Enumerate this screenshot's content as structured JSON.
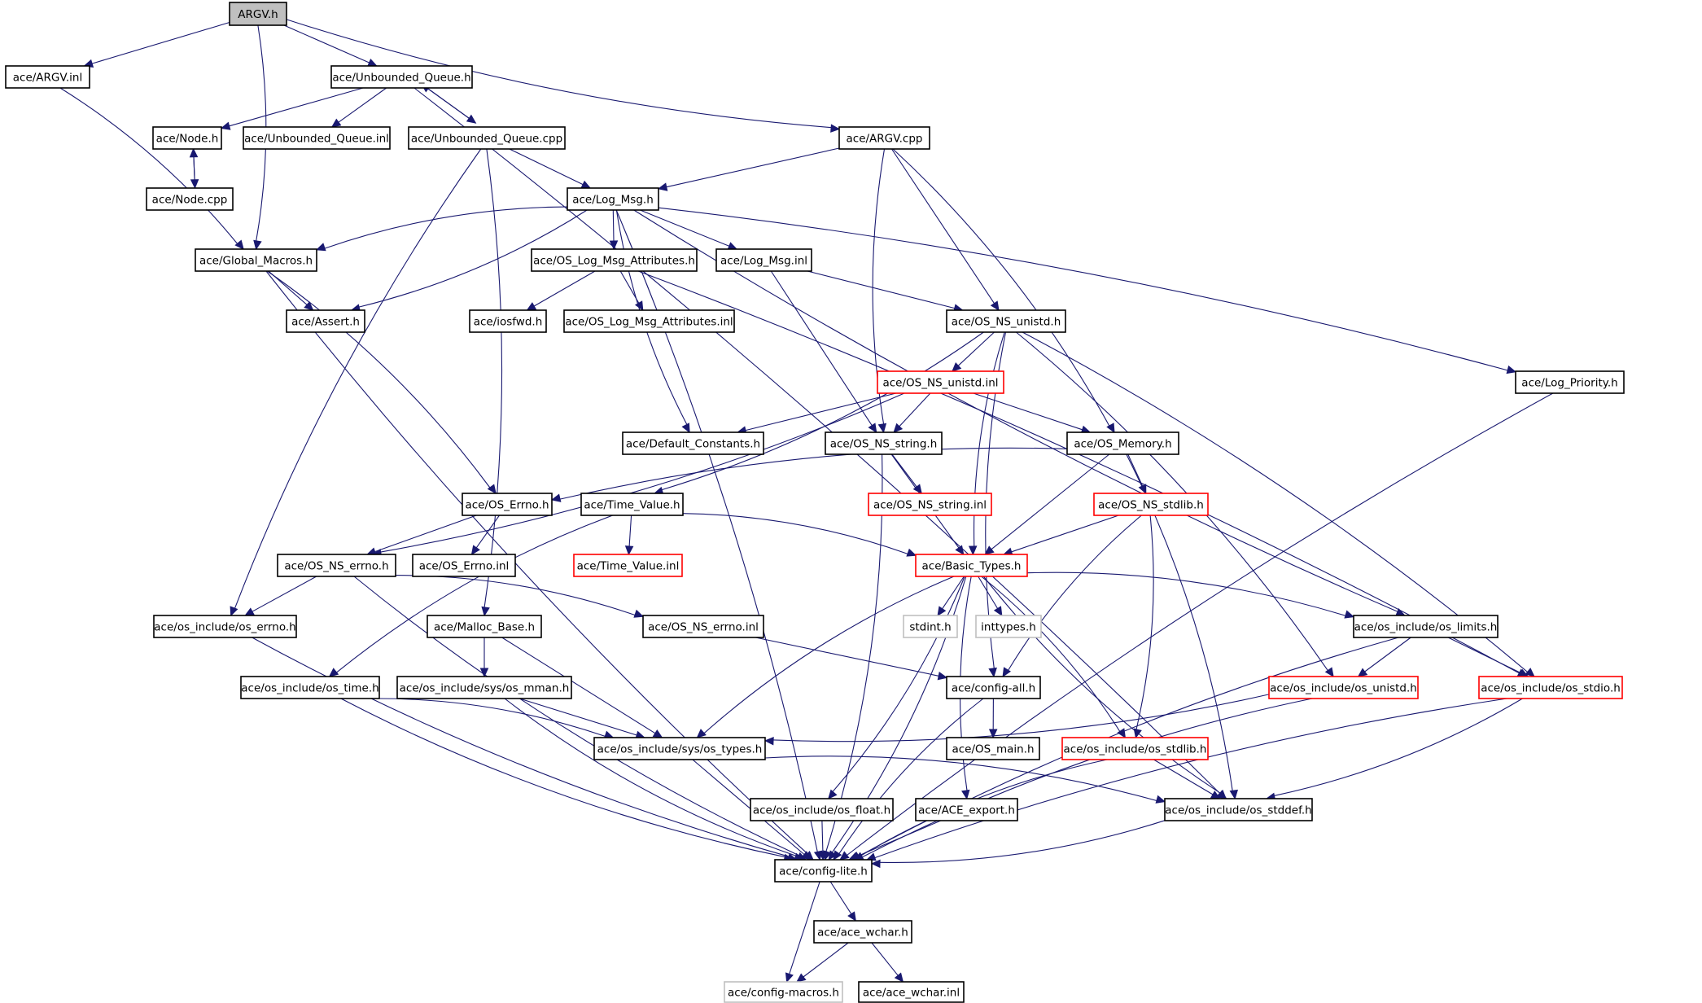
{
  "nodes": [
    {
      "id": "argv_h",
      "label": "ARGV.h",
      "style": "root"
    },
    {
      "id": "argv_inl",
      "label": "ace/ARGV.inl",
      "style": "normal"
    },
    {
      "id": "ubq_h",
      "label": "ace/Unbounded_Queue.h",
      "style": "normal"
    },
    {
      "id": "node_h",
      "label": "ace/Node.h",
      "style": "normal"
    },
    {
      "id": "ubq_inl",
      "label": "ace/Unbounded_Queue.inl",
      "style": "normal"
    },
    {
      "id": "ubq_cpp",
      "label": "ace/Unbounded_Queue.cpp",
      "style": "normal"
    },
    {
      "id": "argv_cpp",
      "label": "ace/ARGV.cpp",
      "style": "normal"
    },
    {
      "id": "node_cpp",
      "label": "ace/Node.cpp",
      "style": "normal"
    },
    {
      "id": "log_msg_h",
      "label": "ace/Log_Msg.h",
      "style": "normal"
    },
    {
      "id": "global_macros",
      "label": "ace/Global_Macros.h",
      "style": "normal"
    },
    {
      "id": "os_log_attr_h",
      "label": "ace/OS_Log_Msg_Attributes.h",
      "style": "normal"
    },
    {
      "id": "log_msg_inl",
      "label": "ace/Log_Msg.inl",
      "style": "normal"
    },
    {
      "id": "assert_h",
      "label": "ace/Assert.h",
      "style": "normal"
    },
    {
      "id": "iosfwd",
      "label": "ace/iosfwd.h",
      "style": "normal"
    },
    {
      "id": "os_log_attr_inl",
      "label": "ace/OS_Log_Msg_Attributes.inl",
      "style": "normal"
    },
    {
      "id": "os_ns_unistd_h",
      "label": "ace/OS_NS_unistd.h",
      "style": "normal"
    },
    {
      "id": "os_ns_unistd_inl",
      "label": "ace/OS_NS_unistd.inl",
      "style": "red"
    },
    {
      "id": "log_priority",
      "label": "ace/Log_Priority.h",
      "style": "normal"
    },
    {
      "id": "default_constants",
      "label": "ace/Default_Constants.h",
      "style": "normal"
    },
    {
      "id": "os_ns_string_h",
      "label": "ace/OS_NS_string.h",
      "style": "normal"
    },
    {
      "id": "os_memory",
      "label": "ace/OS_Memory.h",
      "style": "normal"
    },
    {
      "id": "os_errno_h",
      "label": "ace/OS_Errno.h",
      "style": "normal"
    },
    {
      "id": "time_value_h",
      "label": "ace/Time_Value.h",
      "style": "normal"
    },
    {
      "id": "os_ns_string_inl",
      "label": "ace/OS_NS_string.inl",
      "style": "red"
    },
    {
      "id": "os_ns_stdlib_h",
      "label": "ace/OS_NS_stdlib.h",
      "style": "red"
    },
    {
      "id": "os_ns_errno_h",
      "label": "ace/OS_NS_errno.h",
      "style": "normal"
    },
    {
      "id": "os_errno_inl",
      "label": "ace/OS_Errno.inl",
      "style": "normal"
    },
    {
      "id": "time_value_inl",
      "label": "ace/Time_Value.inl",
      "style": "red"
    },
    {
      "id": "basic_types",
      "label": "ace/Basic_Types.h",
      "style": "red"
    },
    {
      "id": "oi_os_errno",
      "label": "ace/os_include/os_errno.h",
      "style": "normal"
    },
    {
      "id": "malloc_base",
      "label": "ace/Malloc_Base.h",
      "style": "normal"
    },
    {
      "id": "os_ns_errno_inl",
      "label": "ace/OS_NS_errno.inl",
      "style": "normal"
    },
    {
      "id": "stdint",
      "label": "stdint.h",
      "style": "grey"
    },
    {
      "id": "inttypes",
      "label": "inttypes.h",
      "style": "grey"
    },
    {
      "id": "oi_os_limits",
      "label": "ace/os_include/os_limits.h",
      "style": "normal"
    },
    {
      "id": "oi_os_time",
      "label": "ace/os_include/os_time.h",
      "style": "normal"
    },
    {
      "id": "oi_sys_mman",
      "label": "ace/os_include/sys/os_mman.h",
      "style": "normal"
    },
    {
      "id": "config_all",
      "label": "ace/config-all.h",
      "style": "normal"
    },
    {
      "id": "oi_os_unistd",
      "label": "ace/os_include/os_unistd.h",
      "style": "red"
    },
    {
      "id": "oi_os_stdio",
      "label": "ace/os_include/os_stdio.h",
      "style": "red"
    },
    {
      "id": "oi_sys_types",
      "label": "ace/os_include/sys/os_types.h",
      "style": "normal"
    },
    {
      "id": "os_main",
      "label": "ace/OS_main.h",
      "style": "normal"
    },
    {
      "id": "oi_os_stdlib",
      "label": "ace/os_include/os_stdlib.h",
      "style": "red"
    },
    {
      "id": "oi_os_float",
      "label": "ace/os_include/os_float.h",
      "style": "normal"
    },
    {
      "id": "ace_export",
      "label": "ace/ACE_export.h",
      "style": "normal"
    },
    {
      "id": "oi_os_stddef",
      "label": "ace/os_include/os_stddef.h",
      "style": "normal"
    },
    {
      "id": "config_lite",
      "label": "ace/config-lite.h",
      "style": "normal"
    },
    {
      "id": "ace_wchar_h",
      "label": "ace/ace_wchar.h",
      "style": "normal"
    },
    {
      "id": "config_macros",
      "label": "ace/config-macros.h",
      "style": "grey"
    },
    {
      "id": "ace_wchar_inl",
      "label": "ace/ace_wchar.inl",
      "style": "normal"
    }
  ],
  "edges": [
    [
      "argv_h",
      "argv_inl"
    ],
    [
      "argv_h",
      "ubq_h"
    ],
    [
      "argv_h",
      "global_macros"
    ],
    [
      "argv_h",
      "argv_cpp"
    ],
    [
      "argv_inl",
      "global_macros"
    ],
    [
      "ubq_h",
      "node_h"
    ],
    [
      "ubq_h",
      "ubq_inl"
    ],
    [
      "ubq_h",
      "ubq_cpp"
    ],
    [
      "ubq_h",
      "oi_os_stddef"
    ],
    [
      "node_h",
      "node_cpp"
    ],
    [
      "node_cpp",
      "node_h"
    ],
    [
      "ubq_cpp",
      "ubq_h"
    ],
    [
      "ubq_cpp",
      "log_msg_h"
    ],
    [
      "ubq_cpp",
      "oi_os_errno"
    ],
    [
      "ubq_cpp",
      "malloc_base"
    ],
    [
      "argv_cpp",
      "log_msg_h"
    ],
    [
      "argv_cpp",
      "os_ns_unistd_h"
    ],
    [
      "argv_cpp",
      "os_ns_string_h"
    ],
    [
      "argv_cpp",
      "os_memory"
    ],
    [
      "log_msg_h",
      "global_macros"
    ],
    [
      "log_msg_h",
      "assert_h"
    ],
    [
      "log_msg_h",
      "os_log_attr_h"
    ],
    [
      "log_msg_h",
      "log_msg_inl"
    ],
    [
      "log_msg_h",
      "default_constants"
    ],
    [
      "log_msg_h",
      "log_priority"
    ],
    [
      "log_msg_h",
      "oi_os_limits"
    ],
    [
      "log_msg_h",
      "config_lite"
    ],
    [
      "global_macros",
      "assert_h"
    ],
    [
      "global_macros",
      "os_errno_h"
    ],
    [
      "global_macros",
      "config_lite"
    ],
    [
      "os_log_attr_h",
      "iosfwd"
    ],
    [
      "os_log_attr_h",
      "os_log_attr_inl"
    ],
    [
      "os_log_attr_h",
      "oi_os_stdio"
    ],
    [
      "log_msg_inl",
      "os_ns_unistd_h"
    ],
    [
      "log_msg_inl",
      "os_ns_string_h"
    ],
    [
      "os_ns_unistd_h",
      "os_ns_unistd_inl"
    ],
    [
      "os_ns_unistd_h",
      "time_value_h"
    ],
    [
      "os_ns_unistd_h",
      "basic_types"
    ],
    [
      "os_ns_unistd_h",
      "oi_os_unistd"
    ],
    [
      "os_ns_unistd_h",
      "config_all"
    ],
    [
      "os_ns_unistd_h",
      "oi_os_stdio"
    ],
    [
      "os_ns_unistd_inl",
      "default_constants"
    ],
    [
      "os_ns_unistd_inl",
      "os_ns_string_h"
    ],
    [
      "os_ns_unistd_inl",
      "os_memory"
    ],
    [
      "os_ns_unistd_inl",
      "os_ns_errno_h"
    ],
    [
      "log_priority",
      "config_lite"
    ],
    [
      "os_ns_string_h",
      "os_ns_string_inl"
    ],
    [
      "os_ns_string_h",
      "basic_types"
    ],
    [
      "os_ns_string_h",
      "config_lite"
    ],
    [
      "os_memory",
      "os_errno_h"
    ],
    [
      "os_memory",
      "basic_types"
    ],
    [
      "os_memory",
      "os_ns_stdlib_h"
    ],
    [
      "os_memory",
      "oi_os_stddef"
    ],
    [
      "os_errno_h",
      "os_ns_errno_h"
    ],
    [
      "os_errno_h",
      "os_errno_inl"
    ],
    [
      "time_value_h",
      "time_value_inl"
    ],
    [
      "time_value_h",
      "basic_types"
    ],
    [
      "time_value_h",
      "oi_os_time"
    ],
    [
      "os_ns_stdlib_h",
      "basic_types"
    ],
    [
      "os_ns_stdlib_h",
      "config_all"
    ],
    [
      "os_ns_stdlib_h",
      "oi_os_stdlib"
    ],
    [
      "os_ns_errno_h",
      "oi_os_errno"
    ],
    [
      "os_ns_errno_h",
      "os_ns_errno_inl"
    ],
    [
      "os_ns_errno_h",
      "config_lite"
    ],
    [
      "basic_types",
      "stdint"
    ],
    [
      "basic_types",
      "inttypes"
    ],
    [
      "basic_types",
      "oi_os_limits"
    ],
    [
      "basic_types",
      "oi_sys_types"
    ],
    [
      "basic_types",
      "oi_os_float"
    ],
    [
      "basic_types",
      "ace_export"
    ],
    [
      "basic_types",
      "oi_os_stdlib"
    ],
    [
      "basic_types",
      "oi_os_stddef"
    ],
    [
      "basic_types",
      "config_lite"
    ],
    [
      "oi_os_errno",
      "config_lite"
    ],
    [
      "malloc_base",
      "oi_sys_mman"
    ],
    [
      "malloc_base",
      "oi_sys_types"
    ],
    [
      "os_ns_errno_inl",
      "config_all"
    ],
    [
      "oi_os_limits",
      "oi_os_unistd"
    ],
    [
      "oi_os_limits",
      "oi_os_stdio"
    ],
    [
      "oi_os_limits",
      "config_lite"
    ],
    [
      "oi_os_time",
      "oi_sys_types"
    ],
    [
      "oi_os_time",
      "config_lite"
    ],
    [
      "oi_sys_mman",
      "oi_sys_types"
    ],
    [
      "oi_sys_mman",
      "config_lite"
    ],
    [
      "config_all",
      "os_main"
    ],
    [
      "config_all",
      "config_lite"
    ],
    [
      "oi_os_unistd",
      "oi_sys_types"
    ],
    [
      "oi_os_unistd",
      "config_lite"
    ],
    [
      "oi_os_stdio",
      "oi_os_stddef"
    ],
    [
      "oi_os_stdio",
      "config_lite"
    ],
    [
      "oi_sys_types",
      "oi_os_stddef"
    ],
    [
      "oi_sys_types",
      "config_lite"
    ],
    [
      "oi_os_stdlib",
      "oi_os_stddef"
    ],
    [
      "oi_os_stdlib",
      "config_lite"
    ],
    [
      "oi_os_float",
      "config_lite"
    ],
    [
      "ace_export",
      "config_lite"
    ],
    [
      "oi_os_stddef",
      "config_lite"
    ],
    [
      "config_lite",
      "ace_wchar_h"
    ],
    [
      "config_lite",
      "config_macros"
    ],
    [
      "ace_wchar_h",
      "config_macros"
    ],
    [
      "ace_wchar_h",
      "ace_wchar_inl"
    ]
  ]
}
